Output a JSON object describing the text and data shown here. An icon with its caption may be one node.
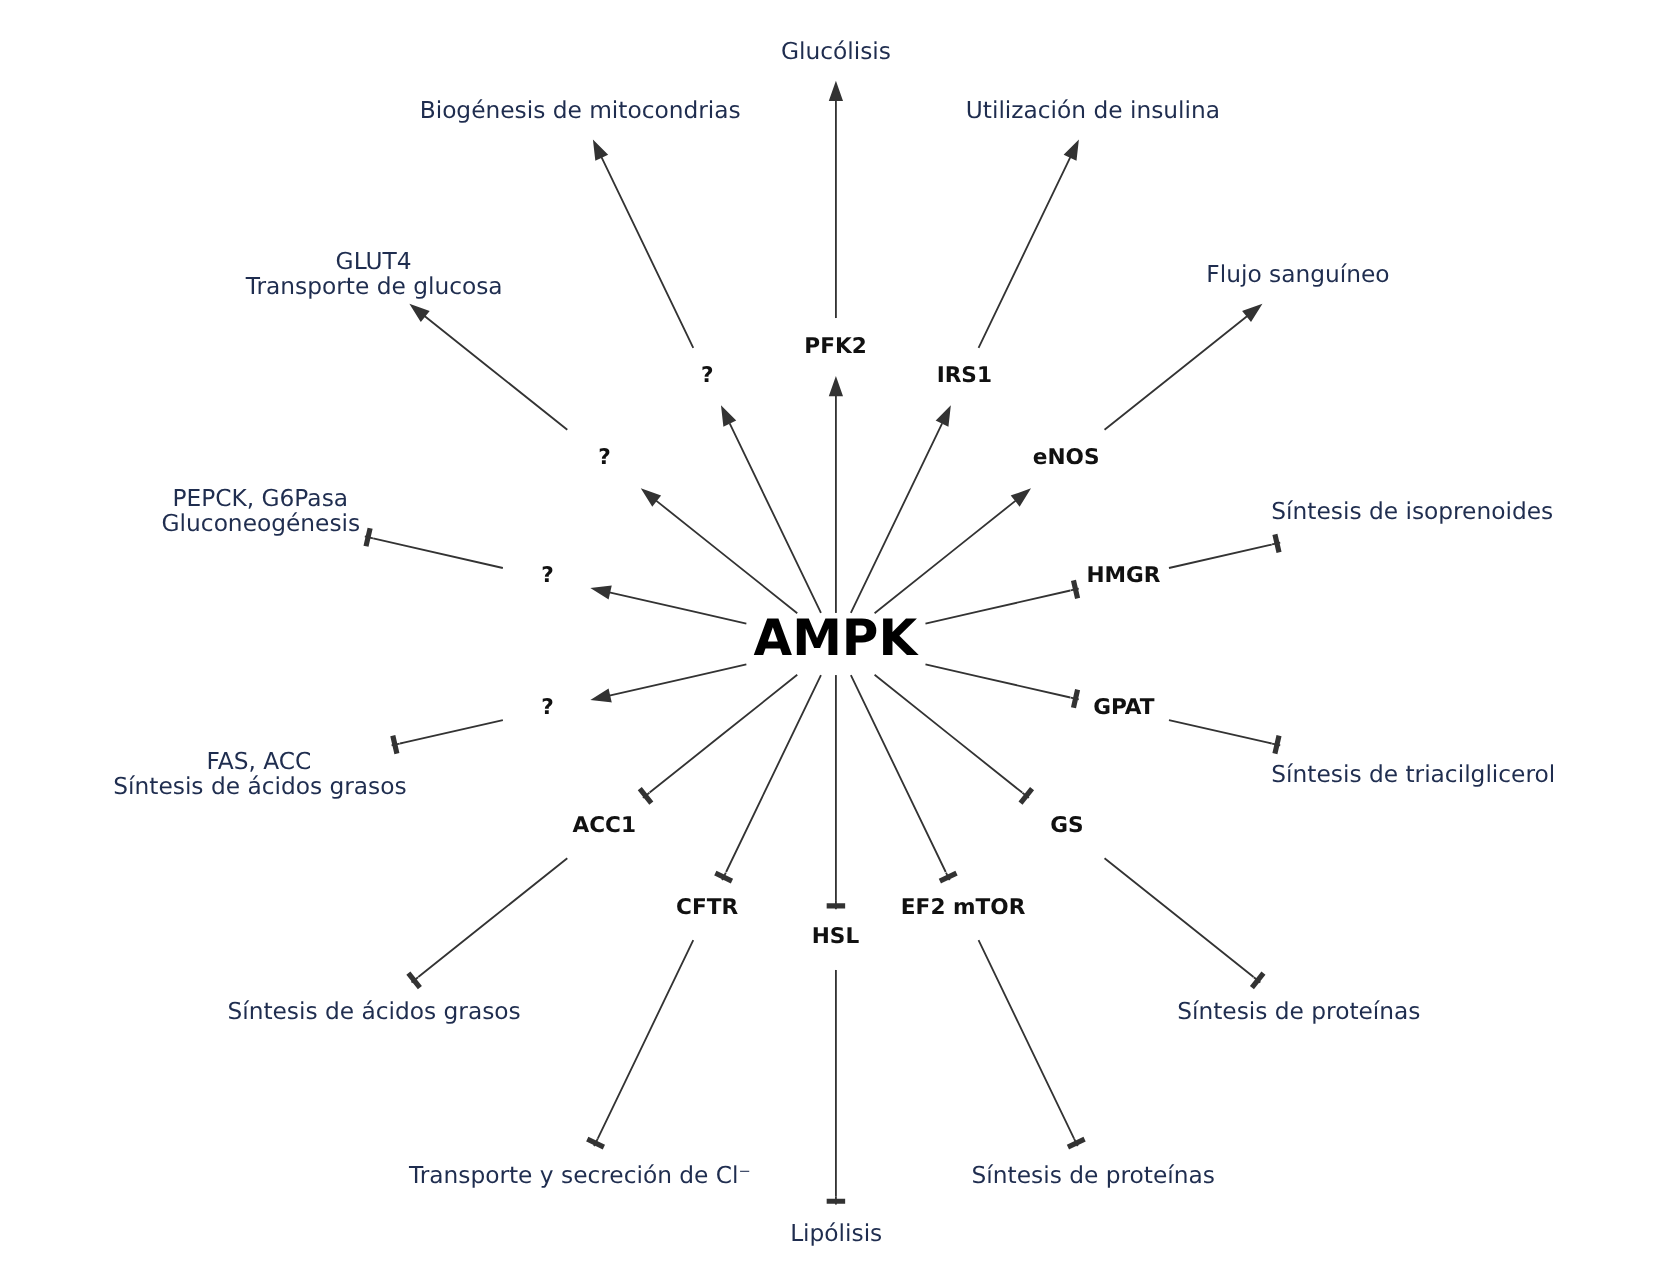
{
  "diagram": {
    "nodes": [
      {
        "text": [
          "AMPK"
        ]
      },
      {
        "text": [
          "HMGR"
        ]
      },
      {
        "text": [
          "Síntesis de isoprenoides"
        ]
      },
      {
        "text": [
          "eNOS"
        ]
      },
      {
        "text": [
          "Flujo sanguíneo"
        ]
      },
      {
        "text": [
          "IRS1"
        ]
      },
      {
        "text": [
          "Utilización de insulina"
        ]
      },
      {
        "text": [
          "PFK2"
        ]
      },
      {
        "text": [
          "Glucólisis"
        ]
      },
      {
        "text": [
          "?"
        ]
      },
      {
        "text": [
          "Biogénesis de mitocondrias"
        ]
      },
      {
        "text": [
          "?"
        ]
      },
      {
        "text": [
          "GLUT4",
          "Transporte de glucosa"
        ]
      },
      {
        "text": [
          "?"
        ]
      },
      {
        "text": [
          "PEPCK, G6Pasa",
          "Gluconeogénesis"
        ]
      },
      {
        "text": [
          "?"
        ]
      },
      {
        "text": [
          "FAS, ACC",
          "Síntesis de ácidos grasos"
        ]
      },
      {
        "text": [
          "ACC1"
        ]
      },
      {
        "text": [
          "Síntesis de ácidos grasos"
        ]
      },
      {
        "text": [
          "CFTR"
        ]
      },
      {
        "text": [
          "Transporte y secreción de Cl⁻"
        ]
      },
      {
        "text": [
          "HSL"
        ]
      },
      {
        "text": [
          "Lipólisis"
        ]
      },
      {
        "text": [
          "EF2 mTOR"
        ]
      },
      {
        "text": [
          "Síntesis de proteínas"
        ]
      },
      {
        "text": [
          "GS"
        ]
      },
      {
        "text": [
          "Síntesis de proteínas"
        ]
      },
      {
        "text": [
          "GPAT"
        ]
      },
      {
        "text": [
          "Síntesis de triacilglicerol"
        ]
      }
    ],
    "edges": [
      {
        "from": 0,
        "to": 1,
        "arrow": "other"
      },
      {
        "from": 1,
        "to": 2,
        "arrow": "other"
      },
      {
        "from": 0,
        "to": 3,
        "arrow": "to"
      },
      {
        "from": 3,
        "to": 4,
        "arrow": "to"
      },
      {
        "from": 0,
        "to": 5,
        "arrow": "to"
      },
      {
        "from": 5,
        "to": 6,
        "arrow": "to"
      },
      {
        "from": 0,
        "to": 7,
        "arrow": "to"
      },
      {
        "from": 7,
        "to": 8,
        "arrow": "to"
      },
      {
        "from": 0,
        "to": 9,
        "arrow": "to"
      },
      {
        "from": 9,
        "to": 10,
        "arrow": "to"
      },
      {
        "from": 0,
        "to": 11,
        "arrow": "to"
      },
      {
        "from": 11,
        "to": 12,
        "arrow": "to"
      },
      {
        "from": 0,
        "to": 13,
        "arrow": "to"
      },
      {
        "from": 13,
        "to": 14,
        "arrow": "other"
      },
      {
        "from": 0,
        "to": 15,
        "arrow": "to"
      },
      {
        "from": 15,
        "to": 16,
        "arrow": "other"
      },
      {
        "from": 0,
        "to": 17,
        "arrow": "other"
      },
      {
        "from": 17,
        "to": 18,
        "arrow": "other"
      },
      {
        "from": 0,
        "to": 19,
        "arrow": "other"
      },
      {
        "from": 19,
        "to": 20,
        "arrow": "other"
      },
      {
        "from": 0,
        "to": 21,
        "arrow": "other"
      },
      {
        "from": 21,
        "to": 22,
        "arrow": "other"
      },
      {
        "from": 0,
        "to": 23,
        "arrow": "other"
      },
      {
        "from": 23,
        "to": 24,
        "arrow": "other"
      },
      {
        "from": 0,
        "to": 25,
        "arrow": "other"
      },
      {
        "from": 25,
        "to": 26,
        "arrow": "other"
      },
      {
        "from": 0,
        "to": 27,
        "arrow": "other"
      },
      {
        "from": 27,
        "to": 28,
        "arrow": "other"
      }
    ]
  }
}
